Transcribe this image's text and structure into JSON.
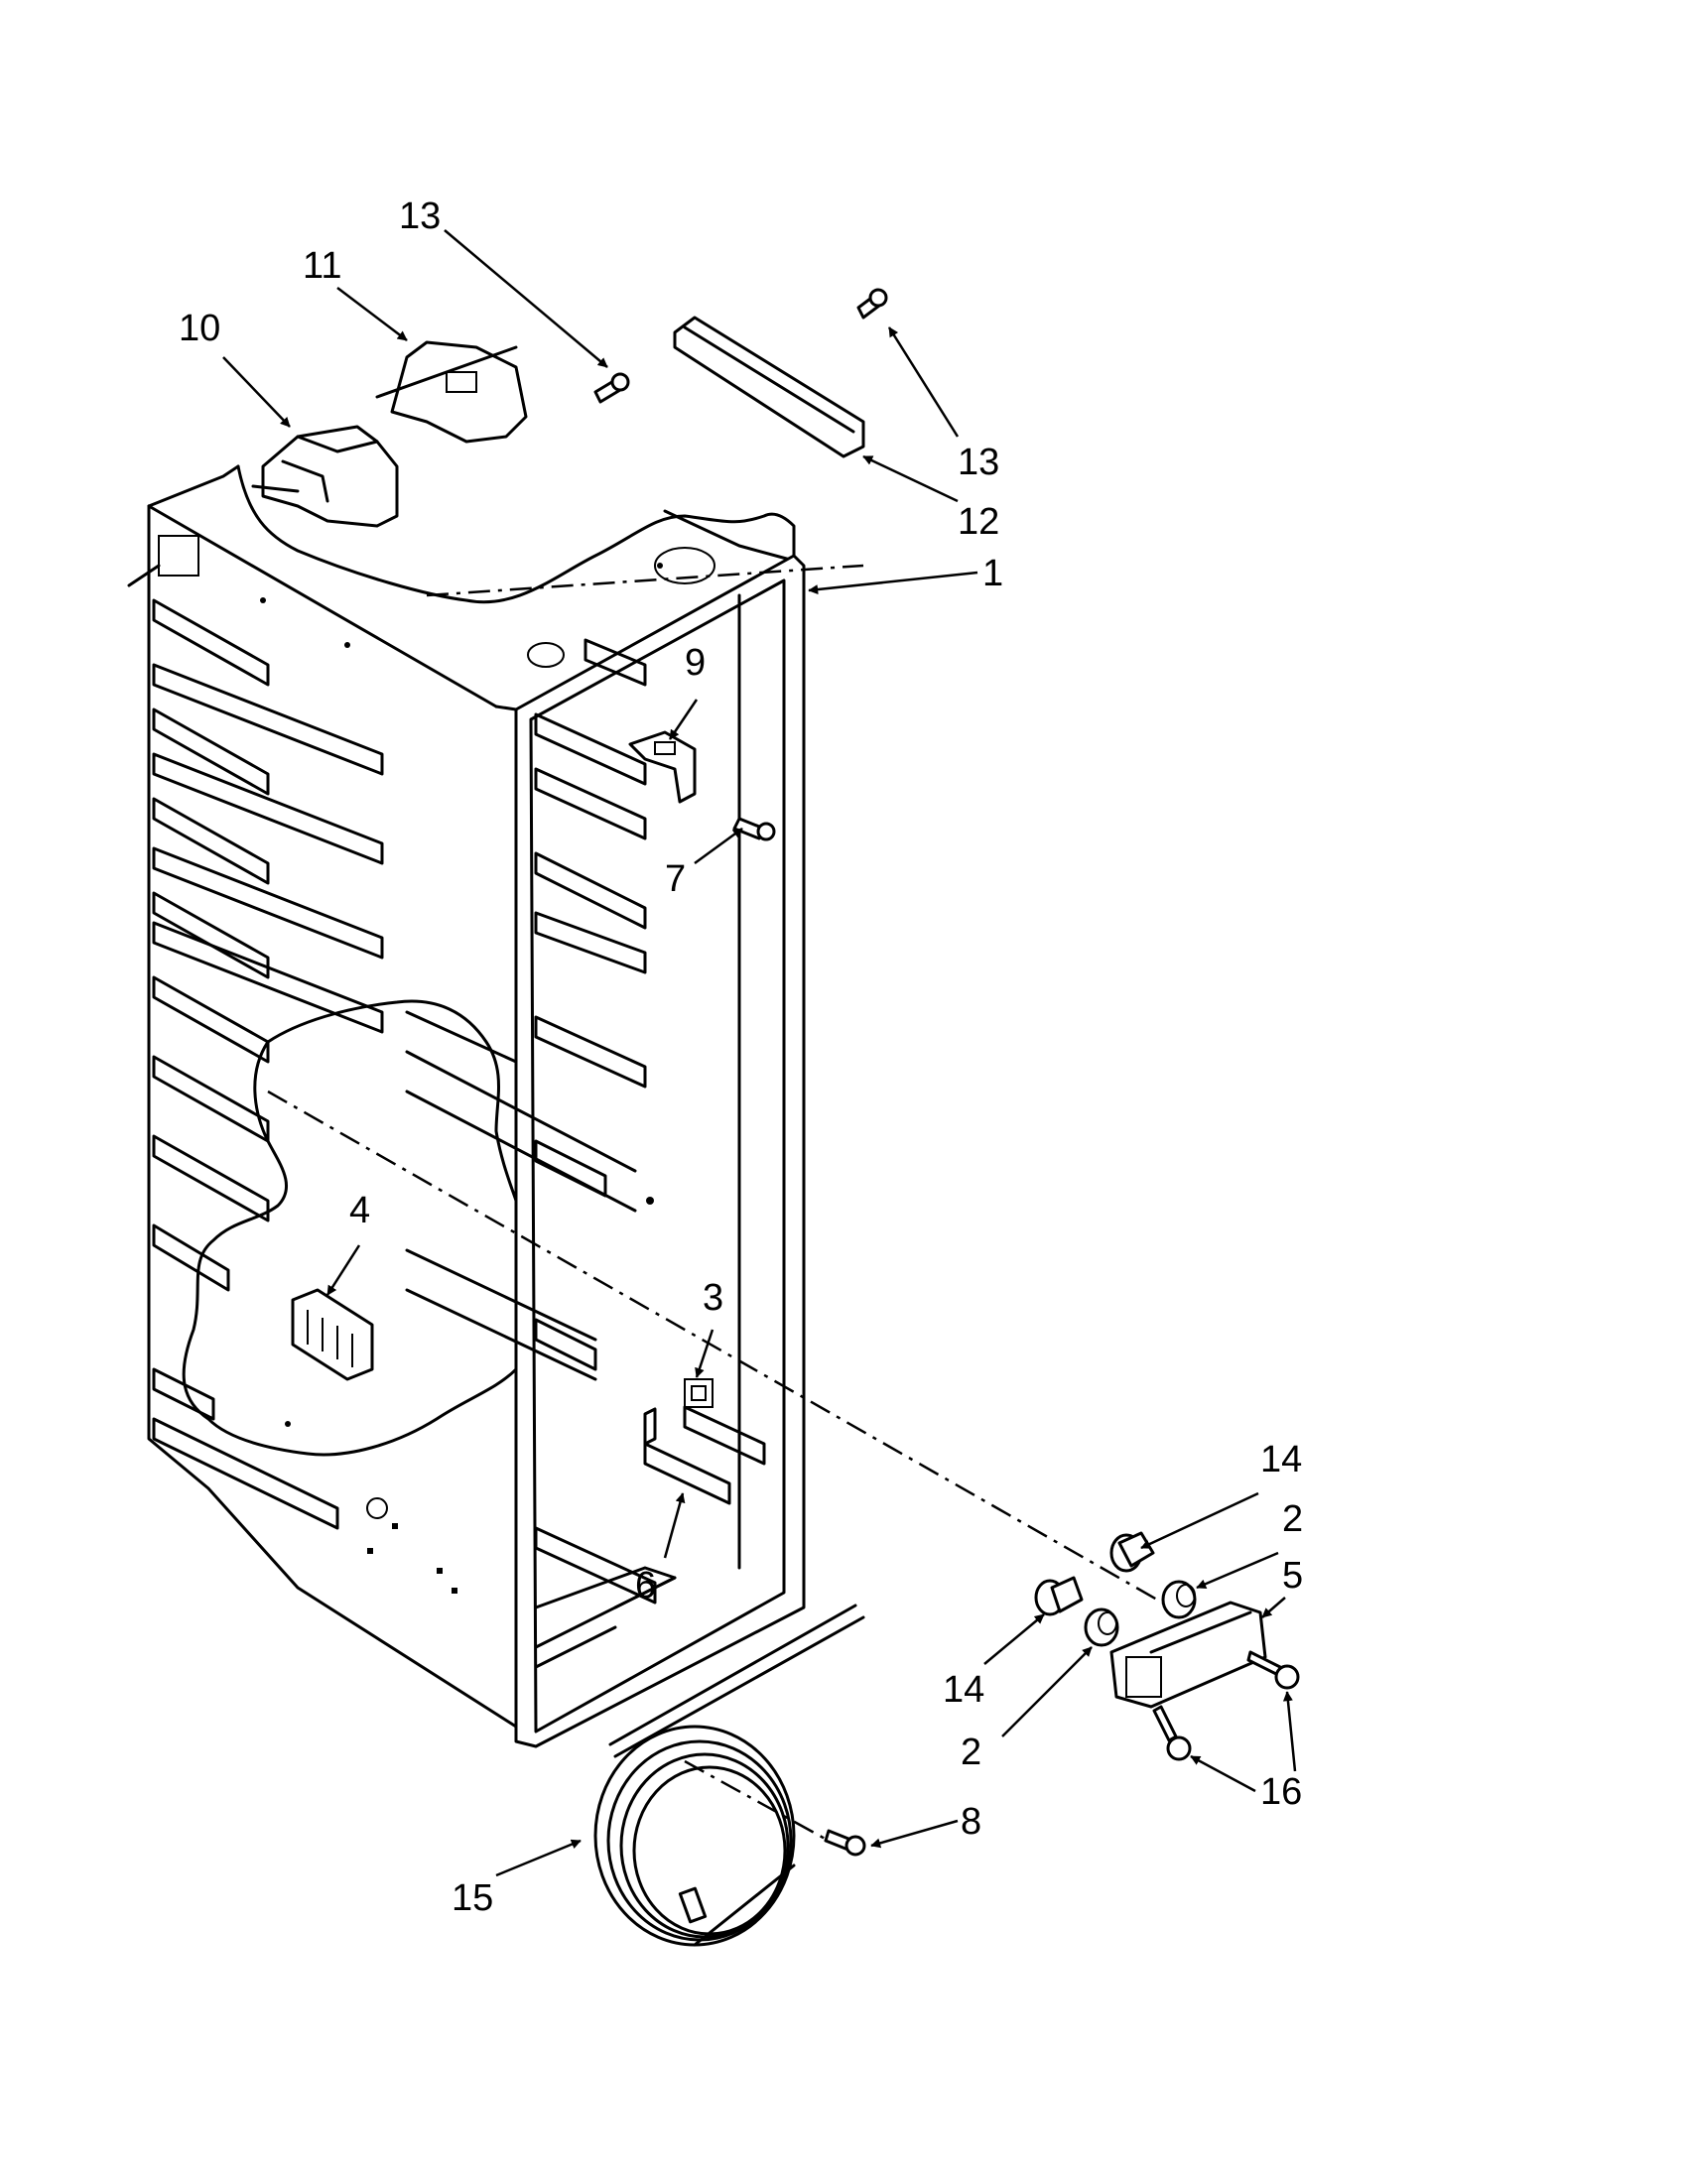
{
  "diagram": {
    "callouts": [
      {
        "id": "c13a",
        "label": "13"
      },
      {
        "id": "c11",
        "label": "11"
      },
      {
        "id": "c10",
        "label": "10"
      },
      {
        "id": "c13b",
        "label": "13"
      },
      {
        "id": "c12",
        "label": "12"
      },
      {
        "id": "c1",
        "label": "1"
      },
      {
        "id": "c9",
        "label": "9"
      },
      {
        "id": "c7",
        "label": "7"
      },
      {
        "id": "c4",
        "label": "4"
      },
      {
        "id": "c3",
        "label": "3"
      },
      {
        "id": "c6",
        "label": "6"
      },
      {
        "id": "c14a",
        "label": "14"
      },
      {
        "id": "c2a",
        "label": "2"
      },
      {
        "id": "c5",
        "label": "5"
      },
      {
        "id": "c14b",
        "label": "14"
      },
      {
        "id": "c2b",
        "label": "2"
      },
      {
        "id": "c16",
        "label": "16"
      },
      {
        "id": "c8",
        "label": "8"
      },
      {
        "id": "c15",
        "label": "15"
      }
    ]
  }
}
